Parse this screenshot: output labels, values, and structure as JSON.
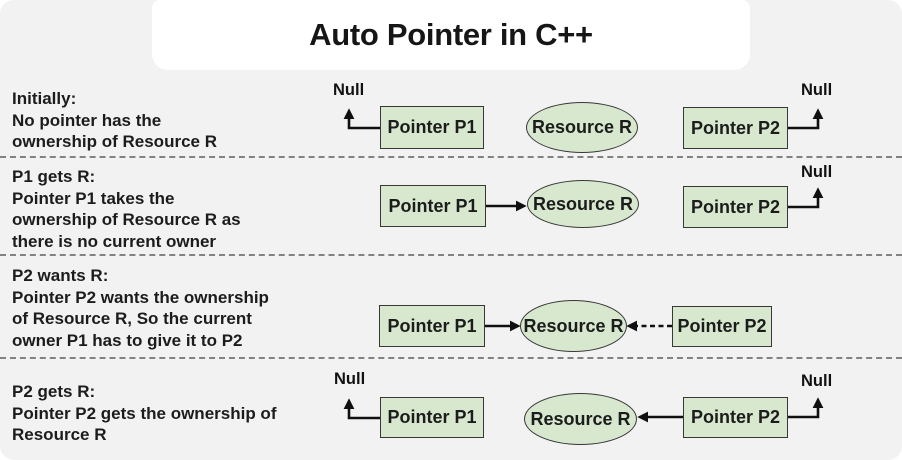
{
  "title": "Auto Pointer in C++",
  "labels": {
    "pointer_p1": "Pointer P1",
    "pointer_p2": "Pointer P2",
    "resource": "Resource R",
    "null_value": "Null"
  },
  "rows": [
    {
      "caption": "Initially:\nNo pointer has the\nownership of Resource R"
    },
    {
      "caption": "P1 gets R:\nPointer P1 takes the\nownership of Resource R as\nthere is no current owner"
    },
    {
      "caption": "P2 wants R:\nPointer P2 wants the ownership\nof Resource R, So the current\nowner P1 has to give it to P2"
    },
    {
      "caption": "P2 gets R:\nPointer P2 gets the ownership of\nResource R"
    }
  ],
  "colors": {
    "background": "#f2f2f2",
    "title_bg": "#ffffff",
    "node_fill": "#d7e8cf",
    "node_border": "#383838",
    "arrow": "#101010",
    "divider": "#828282",
    "text": "#1c1c1c"
  }
}
